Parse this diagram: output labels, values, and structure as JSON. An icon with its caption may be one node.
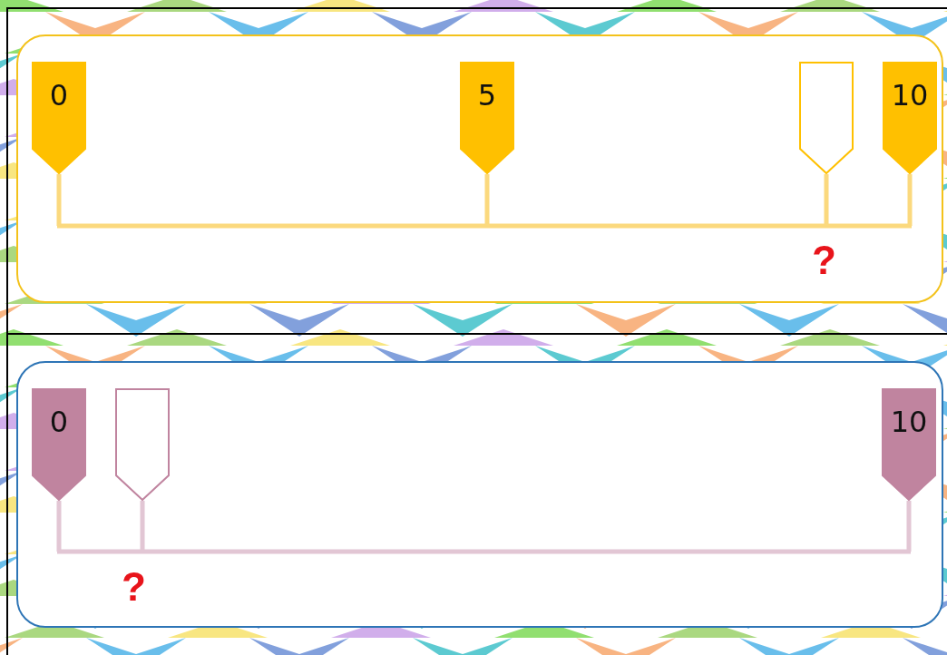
{
  "diagram": {
    "nodes": [
      {
        "text": [],
        "shape": "box"
      },
      {
        "text": [
          "0"
        ],
        "in": 0
      },
      {
        "text": [
          "5"
        ],
        "in": 0
      },
      {
        "text": [],
        "shape": "pentagon",
        "in": 0
      },
      {
        "text": [
          "10"
        ],
        "in": 0
      },
      {
        "text": [],
        "shape": "box"
      },
      {
        "text": [
          "0"
        ],
        "in": 5
      },
      {
        "text": [],
        "shape": "pentagon",
        "in": 5
      },
      {
        "text": [
          "10"
        ],
        "in": 5
      }
    ],
    "labels": [
      "?",
      "?"
    ]
  }
}
